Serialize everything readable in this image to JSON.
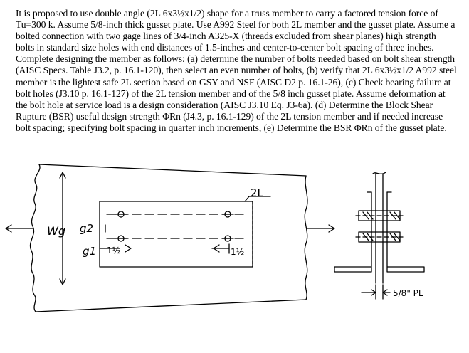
{
  "problem": {
    "text": "It is proposed to use double angle (2L 6x3½x1/2) shape for a truss member to carry a factored tension force of Tu=300 k. Assume 5/8-inch thick gusset plate. Use A992 Steel for both 2L member and the gusset plate. Assume a bolted connection with two gage lines of 3/4-inch A325-X (threads excluded from shear planes) high strength bolts in standard size holes with end distances of 1.5-inches and center-to-center bolt spacing of three inches. Complete designing the member as follows: (a) determine the number of bolts needed based on bolt shear strength (AISC Specs. Table J3.2, p. 16.1-120), then select an even number of bolts, (b) verify that 2L 6x3½x1/2 A992 steel member is the lightest safe 2L section based on GSY and NSF (AISC D2 p. 16.1-26), (c) Check bearing failure at bolt holes (J3.10 p. 16.1-127) of the 2L tension member and of the 5/8 inch gusset plate. Assume deformation at the bolt hole at service load is a design consideration (AISC J3.10 Eq. J3-6a). (d) Determine the Block Shear Rupture (BSR) useful design strength ΦRn (J4.3, p. 16.1-129) of the 2L tension member and if needed increase bolt spacing; specifying bolt spacing in quarter inch increments, (e) Determine the BSR ΦRn of the gusset plate."
  },
  "figure": {
    "member_label": "2L",
    "wg_label": "Wg",
    "g2_label": "g2",
    "g1_label": "g1",
    "left_end_distance": "1½",
    "right_end_distance": "1½",
    "plate_thickness": "5/8\" PL"
  }
}
